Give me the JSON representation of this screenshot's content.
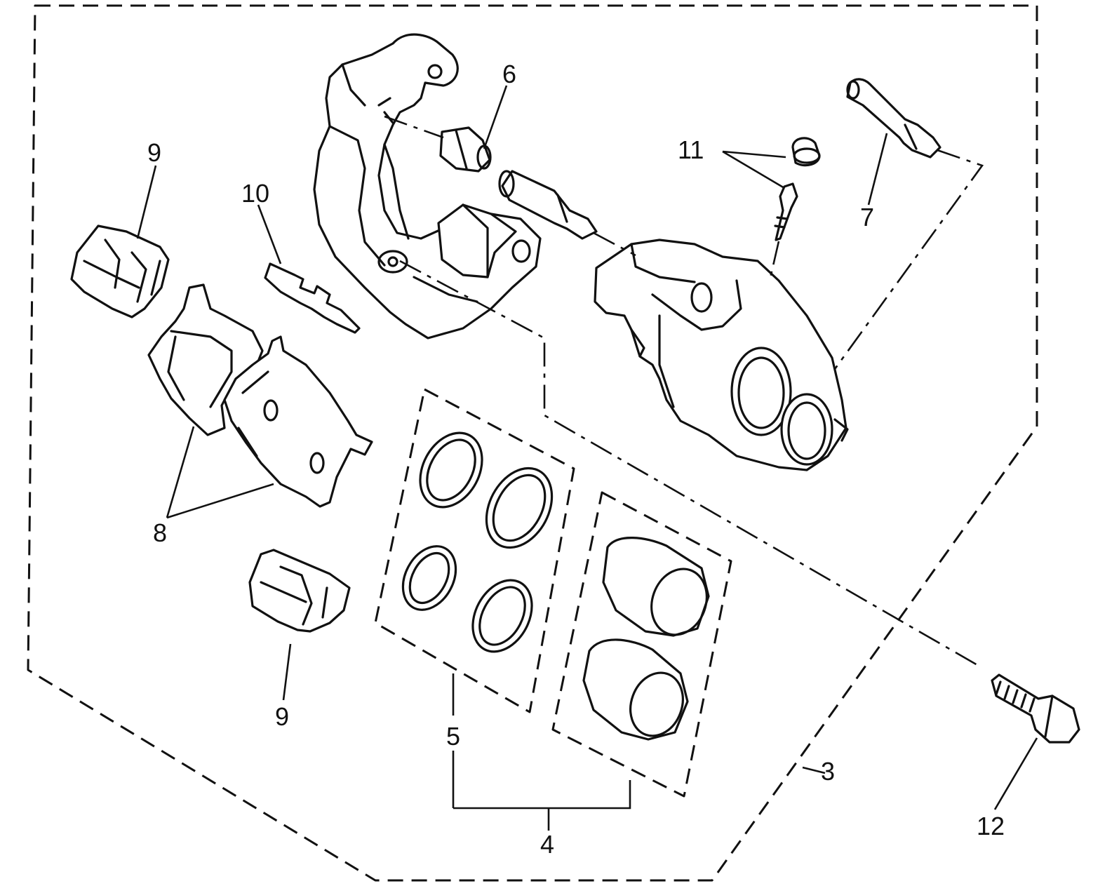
{
  "diagram": {
    "callouts": {
      "c3": "3",
      "c4": "4",
      "c5": "5",
      "c6": "6",
      "c7": "7",
      "c8": "8",
      "c9_top": "9",
      "c9_bottom": "9",
      "c10": "10",
      "c11": "11",
      "c12": "12"
    },
    "colors": {
      "ink": "#111111",
      "paper": "#ffffff"
    }
  }
}
